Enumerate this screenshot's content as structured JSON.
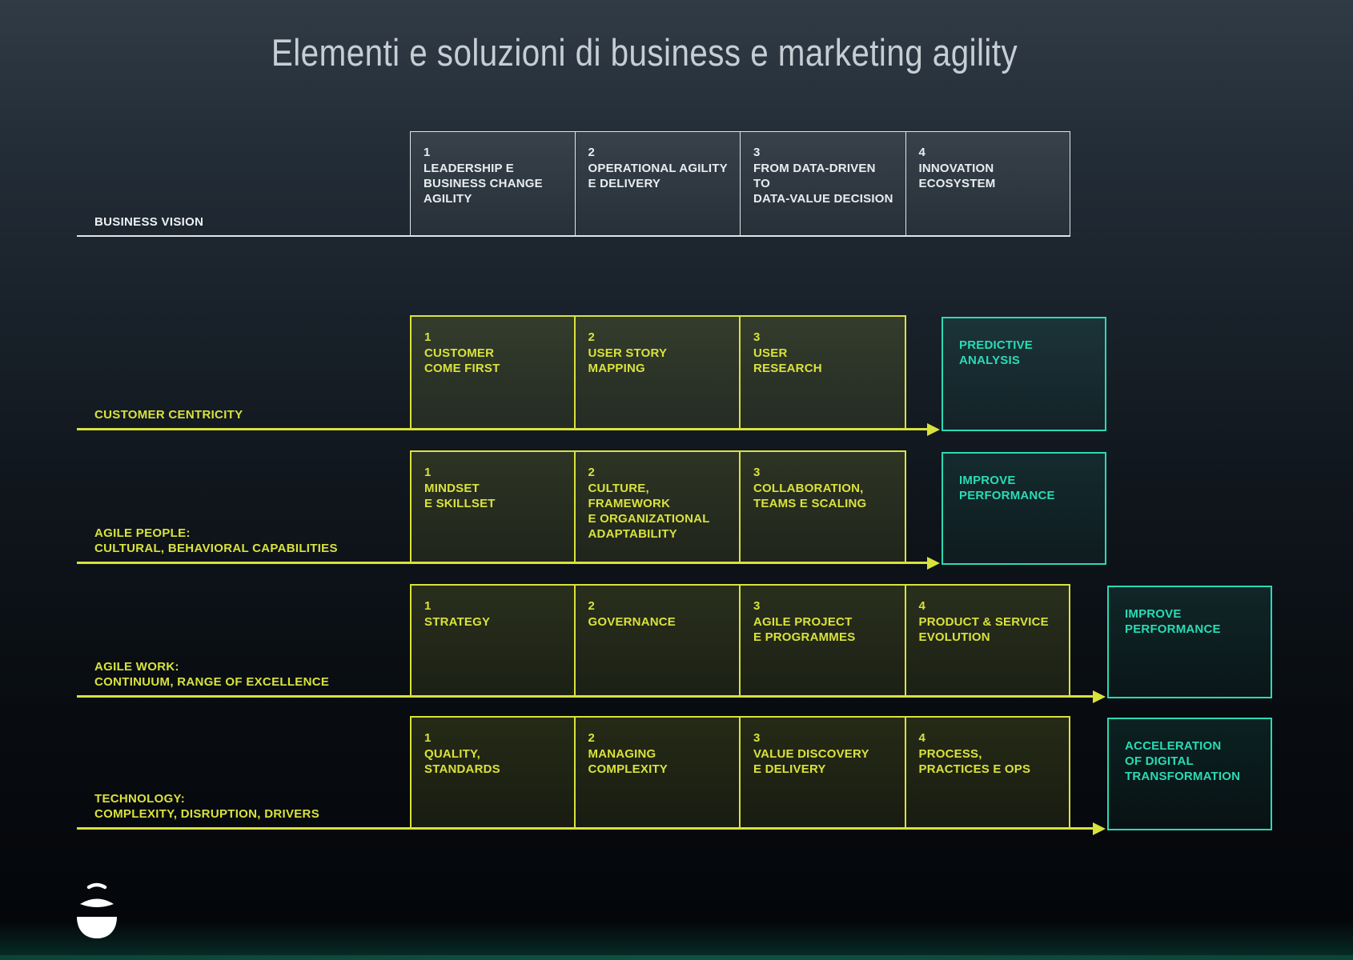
{
  "title": "Elementi e soluzioni di business e marketing agility",
  "theme_colors": {
    "yellow": "#d9e23c",
    "teal": "#2cd9b5",
    "white": "#e8edf0"
  },
  "rows": [
    {
      "id": "business-vision",
      "label_lines": [
        "BUSINESS VISION"
      ],
      "theme": "white",
      "arrow": false,
      "boxes": [
        {
          "number": "1",
          "text": "LEADERSHIP E\nBUSINESS CHANGE\nAGILITY"
        },
        {
          "number": "2",
          "text": "OPERATIONAL AGILITY\nE DELIVERY"
        },
        {
          "number": "3",
          "text": "FROM DATA-DRIVEN TO\nDATA-VALUE DECISION"
        },
        {
          "number": "4",
          "text": "INNOVATION\nECOSYSTEM"
        }
      ],
      "outcome": null
    },
    {
      "id": "customer-centricity",
      "label_lines": [
        "CUSTOMER CENTRICITY"
      ],
      "theme": "yellow",
      "arrow": true,
      "boxes": [
        {
          "number": "1",
          "text": "CUSTOMER\nCOME FIRST"
        },
        {
          "number": "2",
          "text": "USER STORY\nMAPPING"
        },
        {
          "number": "3",
          "text": "USER\nRESEARCH"
        }
      ],
      "outcome": {
        "text": "PREDICTIVE\nANALYSIS"
      }
    },
    {
      "id": "agile-people",
      "label_lines": [
        "AGILE PEOPLE:",
        "CULTURAL, BEHAVIORAL CAPABILITIES"
      ],
      "theme": "yellow",
      "arrow": true,
      "boxes": [
        {
          "number": "1",
          "text": "MINDSET\nE SKILLSET"
        },
        {
          "number": "2",
          "text": "CULTURE, FRAMEWORK\nE ORGANIZATIONAL\nADAPTABILITY"
        },
        {
          "number": "3",
          "text": "COLLABORATION,\nTEAMS E SCALING"
        }
      ],
      "outcome": {
        "text": "IMPROVE\nPERFORMANCE"
      }
    },
    {
      "id": "agile-work",
      "label_lines": [
        "AGILE WORK:",
        "CONTINUUM, RANGE OF EXCELLENCE"
      ],
      "theme": "yellow",
      "arrow": true,
      "boxes": [
        {
          "number": "1",
          "text": "STRATEGY"
        },
        {
          "number": "2",
          "text": "GOVERNANCE"
        },
        {
          "number": "3",
          "text": "AGILE PROJECT\nE PROGRAMMES"
        },
        {
          "number": "4",
          "text": "PRODUCT & SERVICE\nEVOLUTION"
        }
      ],
      "outcome": {
        "text": "IMPROVE\nPERFORMANCE"
      }
    },
    {
      "id": "technology",
      "label_lines": [
        "TECHNOLOGY:",
        "COMPLEXITY, DISRUPTION, DRIVERS"
      ],
      "theme": "yellow",
      "arrow": true,
      "boxes": [
        {
          "number": "1",
          "text": "QUALITY,\nSTANDARDS"
        },
        {
          "number": "2",
          "text": "MANAGING\nCOMPLEXITY"
        },
        {
          "number": "3",
          "text": "VALUE DISCOVERY\nE DELIVERY"
        },
        {
          "number": "4",
          "text": "PROCESS,\nPRACTICES E OPS"
        }
      ],
      "outcome": {
        "text": "ACCELERATION\nOF DIGITAL\nTRANSFORMATION"
      }
    }
  ],
  "logo": {
    "name": "stacked-stones-logo"
  }
}
